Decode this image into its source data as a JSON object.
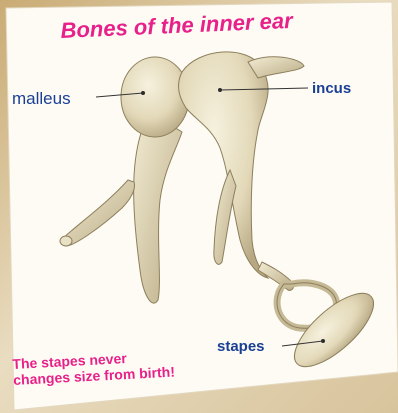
{
  "title": "Bones of the inner ear",
  "labels": {
    "malleus": "malleus",
    "incus": "incus",
    "stapes": "stapes"
  },
  "note": {
    "line1": "The stapes never",
    "line2": "changes size from birth!"
  },
  "colors": {
    "title": "#e8218a",
    "labels": "#1a3f95",
    "bone": "#e7dfc3",
    "bone_shadow": "#b9ac86",
    "card": "#fdfbf4"
  }
}
